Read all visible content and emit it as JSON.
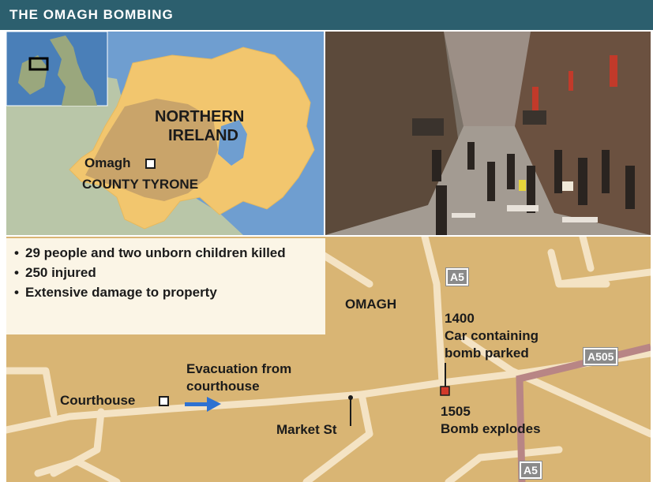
{
  "title": "THE OMAGH BOMBING",
  "colors": {
    "title_bar": "#2c5f6e",
    "sea": "#6f9ed0",
    "northern_ireland": "#f2c66e",
    "county_tyrone": "#c9a46a",
    "town_map_ground": "#d9b574",
    "roads": "#f4e3c4",
    "main_road": "#b88585",
    "bomb_marker": "#d23a2a",
    "evacuation_arrow": "#2e72d2"
  },
  "ni_map": {
    "region_label_line1": "NORTHERN",
    "region_label_line2": "IRELAND",
    "town_label": "Omagh",
    "county_label": "COUNTY TYRONE"
  },
  "facts": [
    "29 people and two unborn children killed",
    "250 injured",
    "Extensive damage to property"
  ],
  "town_map": {
    "town_label": "OMAGH",
    "bomb_parked_time": "1400",
    "bomb_parked_line1": "Car containing",
    "bomb_parked_line2": "bomb parked",
    "explosion_time": "1505",
    "explosion_text": "Bomb explodes",
    "evacuation_line1": "Evacuation from",
    "evacuation_line2": "courthouse",
    "courthouse_label": "Courthouse",
    "market_street_label": "Market St",
    "road_a5_top": "A5",
    "road_a505": "A505",
    "road_a5_bottom": "A5"
  },
  "icons": {
    "town_marker": "square-marker-icon",
    "bomb_marker": "red-square-marker-icon",
    "evacuation_arrow": "arrow-right-icon"
  }
}
